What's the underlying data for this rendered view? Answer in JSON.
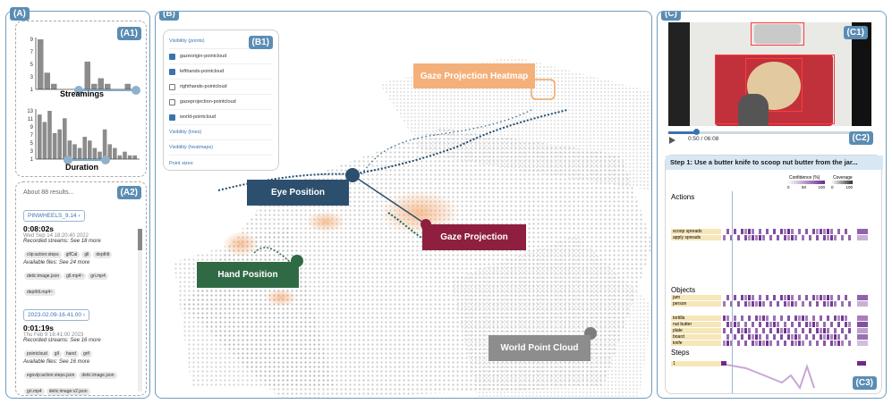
{
  "panelA": {
    "tag": "(A)",
    "a1_tag": "(A1)",
    "a2_tag": "(A2)",
    "streamings_label": "Streamings",
    "duration_label": "Duration",
    "streamings_yticks": [
      "9",
      "7",
      "5",
      "3",
      "1"
    ],
    "duration_yticks": [
      "13",
      "11",
      "9",
      "7",
      "5",
      "3",
      "1"
    ],
    "streamings_bars": [
      9,
      3,
      1,
      0,
      0,
      0,
      0,
      5,
      1,
      2,
      1,
      0,
      0,
      1
    ],
    "duration_bars": [
      12,
      10,
      13,
      7,
      8,
      11,
      5,
      4,
      3,
      6,
      5,
      3,
      2,
      8,
      4,
      3,
      1,
      2,
      1,
      1
    ],
    "results_text": "About 88 results...",
    "records": [
      {
        "name": "PINWHEELS_9.14",
        "duration": "0:08:02s",
        "date": "Wed Sep 14 18:20:40 2022",
        "streams_label": "Recorded streams: See 18 more",
        "streams": [
          "clip:action:steps",
          "glfCal",
          "gll",
          "depthlt"
        ],
        "files_label": "Available files: See 24 more",
        "files": [
          "detic:image.json",
          "gll.mp4~",
          "gri.mp4",
          "depthlt.mp4~"
        ]
      },
      {
        "name": "2023.02.09-16.41.00",
        "duration": "0:01:19s",
        "date": "Thu Feb 9 16:41:00 2023",
        "streams_label": "Recorded streams: See 16 more",
        "streams": [
          "pointcloud",
          "gll",
          "hand",
          "grif"
        ],
        "files_label": "Available files: See 16 more",
        "files": [
          "egovlp:action:steps.json",
          "detic:image.json",
          "gri.mp4",
          "detic:image:v2.json"
        ]
      }
    ]
  },
  "panelB": {
    "tag": "(B)",
    "b1_tag": "(B1)",
    "visibility_points": "Visibility (points)",
    "checkboxes": [
      {
        "label": "gazeorigin-pointcloud",
        "checked": true
      },
      {
        "label": "lefthands-pointcloud",
        "checked": true
      },
      {
        "label": "righthands-pointcloud",
        "checked": false
      },
      {
        "label": "gazeprojection-pointcloud",
        "checked": false
      },
      {
        "label": "world-pointcloud",
        "checked": true
      }
    ],
    "visibility_lines": "Visibility (lines)",
    "visibility_heatmaps": "Visibility (heatmaps)",
    "point_sizes": "Point sizes",
    "callouts": {
      "heatmap": "Gaze Projection Heatmap",
      "eye": "Eye Position",
      "gaze": "Gaze Projection",
      "hand": "Hand Position",
      "world": "World Point Cloud"
    },
    "colors": {
      "heatmap": "#f4b07a",
      "eye": "#2d4f6e",
      "gaze": "#8e1f3f",
      "hand": "#2f6a45",
      "world": "#8d8d8d"
    }
  },
  "panelC": {
    "tag": "(C)",
    "c1_tag": "(C1)",
    "c2_tag": "(C2)",
    "c3_tag": "(C3)",
    "time": "0:50 / 06:08",
    "progress": 0.136,
    "step_title": "Step 1: Use a butter knife to scoop nut butter from the jar...",
    "actions_label": "Actions",
    "action_rows": [
      "scoop spreads",
      "apply spreads"
    ],
    "objects_label": "Objects",
    "object_rows": [
      "jam",
      "person",
      "tortilla",
      "nut butter",
      "plate",
      "board",
      "knife"
    ],
    "steps_label": "Steps",
    "steps_row": "1",
    "confidence_label": "Confidence (%)",
    "coverage_label": "Coverage",
    "conf_ticks": [
      "0",
      "50",
      "100"
    ],
    "cov_ticks": [
      "0",
      "100"
    ]
  }
}
